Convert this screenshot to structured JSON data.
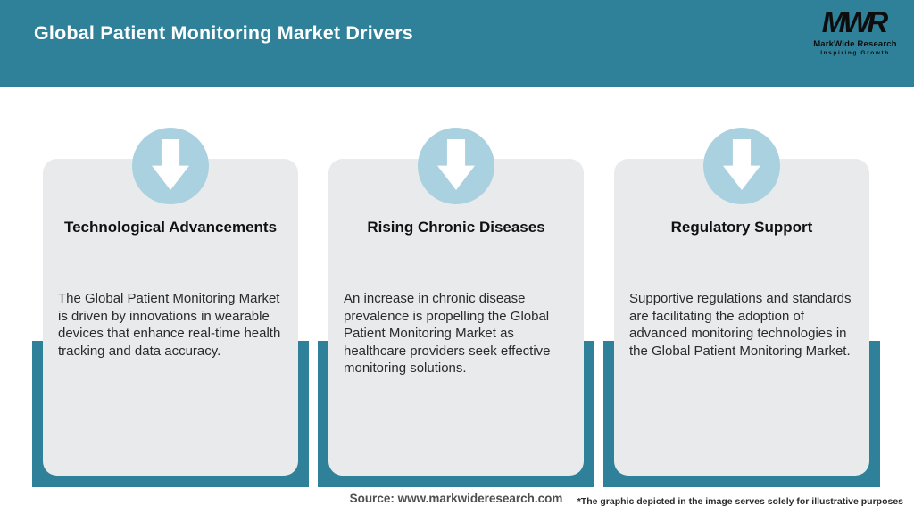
{
  "header": {
    "title": "Global Patient Monitoring Market Drivers",
    "bg_color": "#2e8198",
    "text_color": "#ffffff",
    "logo": {
      "acronym": "MWR",
      "name": "MarkWide Research",
      "tagline": "Inspiring Growth"
    }
  },
  "cards": [
    {
      "icon": "down-arrow",
      "title": "Technological Advancements",
      "description": "The Global Patient Monitoring Market is driven by innovations in wearable devices that enhance real-time health tracking and data accuracy."
    },
    {
      "icon": "down-arrow",
      "title": "Rising Chronic Diseases",
      "description": "An increase in chronic disease prevalence is propelling the Global Patient Monitoring Market as healthcare providers seek effective monitoring solutions."
    },
    {
      "icon": "down-arrow",
      "title": "Regulatory Support",
      "description": "Supportive regulations and standards are facilitating the adoption of advanced monitoring technologies in the Global Patient Monitoring Market."
    }
  ],
  "footer": {
    "source": "Source: www.markwideresearch.com",
    "disclaimer": "*The graphic depicted in the image serves solely for illustrative purposes"
  },
  "colors": {
    "accent_teal": "#2e8198",
    "icon_circle_blue": "#a9d1e0",
    "card_gray": "#e8eaeb",
    "arrow_white": "#ffffff"
  }
}
